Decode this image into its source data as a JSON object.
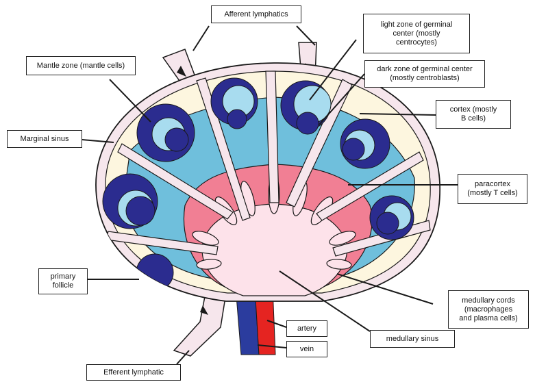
{
  "labels": {
    "afferent_lymphatics": "Afferent lymphatics",
    "light_zone": "light zone of germinal\ncenter (mostly\ncentrocytes)",
    "dark_zone": "dark zone of germinal center\n(mostly centroblasts)",
    "mantle_zone": "Mantle zone (mantle cells)",
    "cortex": "cortex (mostly\nB cells)",
    "marginal_sinus": "Marginal sinus",
    "paracortex": "paracortex\n(mostly T cells)",
    "primary_follicle": "primary\nfollicle",
    "medullary_cords": "medullary cords\n(macrophages\nand plasma cells)",
    "artery": "artery",
    "medullary_sinus": "medullary sinus",
    "vein": "vein",
    "efferent_lymphatic": "Efferent lymphatic"
  },
  "colors": {
    "capsule": "#f6e6ec",
    "cortex": "#fdf6df",
    "paracortex": "#6fbfdc",
    "medulla": "#f17f94",
    "medullary_sinus": "#fde2ea",
    "follicle_dark": "#2b2c8f",
    "follicle_light": "#a8dcef",
    "artery": "#e52421",
    "vein": "#2b3c9e",
    "outline": "#1a1a1a"
  }
}
